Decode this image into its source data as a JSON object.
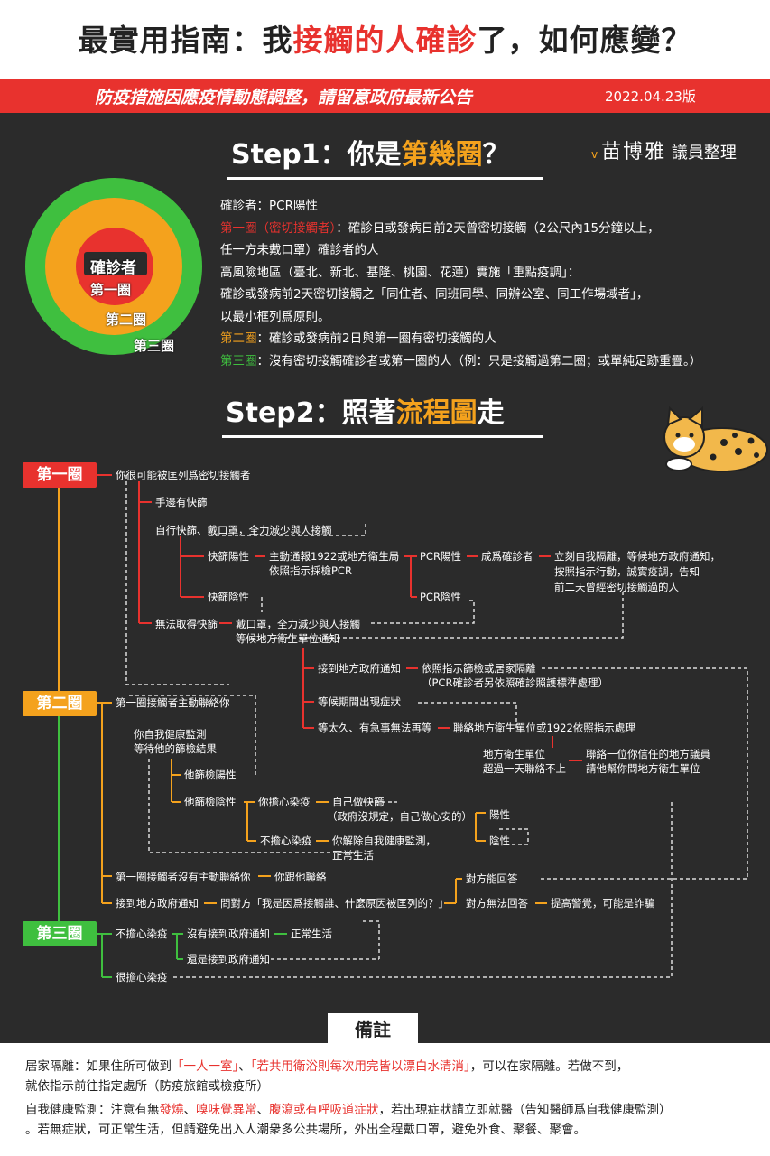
{
  "header": {
    "title_a": "最實用指南：我",
    "title_b": "接觸的人確診",
    "title_c": "了，如何應變？"
  },
  "band": {
    "text": "防疫措施因應疫情動態調整，請留意政府最新公告",
    "date": "2022.04.23版"
  },
  "step1": {
    "a": "Step1：你是",
    "b": "第幾圈",
    "c": "？"
  },
  "author": {
    "mark": "v",
    "name": "苗博雅",
    "suffix": "議員整理"
  },
  "circles": {
    "center": "確診者",
    "ring1": "第一圈",
    "ring2": "第二圈",
    "ring3": "第三圈",
    "colors": {
      "center": "#e8322e",
      "ring1": "#f4a21d",
      "ring2": "#f4a21d",
      "ring3": "#3fbf3f"
    }
  },
  "defs": {
    "l1": "確診者：PCR陽性",
    "l2a": "第一圈（密切接觸者）",
    "l2b": "：確診日或發病日前2天曾密切接觸（2公尺內15分鐘以上，",
    "l3": "任一方未戴口罩）確診者的人",
    "l4": "高風險地區（臺北、新北、基隆、桃園、花蓮）實施「重點疫調」：",
    "l5": "確診或發病前2天密切接觸之「同住者、同班同學、同辦公室、同工作場域者」，",
    "l6": "以最小框列爲原則。",
    "l7a": "第二圈",
    "l7b": "：確診或發病前2日與第一圈有密切接觸的人",
    "l8a": "第三圈",
    "l8b": "：沒有密切接觸確診者或第一圈的人（例：只是接觸過第二圈；或單純足跡重疊。）"
  },
  "step2": {
    "a": "Step2：照著",
    "b": "流程圖",
    "c": "走"
  },
  "flow": {
    "tag1": "第一圈",
    "tag2": "第二圈",
    "tag3": "第三圈",
    "n1": "你很可能被匡列爲密切接觸者",
    "n2": "手邊有快篩",
    "n3": "自行快篩、戴口罩，全力減少與人接觸",
    "n4": "快篩陽性",
    "n5a": "主動通報1922或地方衛生局",
    "n5b": "依照指示採檢PCR",
    "n6": "PCR陽性",
    "n7": "成爲確診者",
    "n8a": "立刻自我隔離，等候地方政府通知，",
    "n8b": "按照指示行動，誠實疫調，告知",
    "n8c": "前二天曾經密切接觸過的人",
    "n9": "快篩陰性",
    "n10": "PCR陰性",
    "n11": "無法取得快篩",
    "n12a": "戴口罩，全力減少與人接觸",
    "n12b": "等候地方衛生單位通知",
    "n13": "接到地方政府通知",
    "n14a": "依照指示篩檢或居家隔離",
    "n14b": "（PCR確診者另依照確診照護標準處理）",
    "n15": "等候期間出現症狀",
    "n16": "等太久、有急事無法再等",
    "n17": "聯絡地方衛生單位或1922依照指示處理",
    "n18a": "地方衛生單位",
    "n18b": "超過一天聯絡不上",
    "n19a": "聯絡一位你信任的地方議員",
    "n19b": "請他幫你問地方衛生單位",
    "m1": "第一圈接觸者主動聯絡你",
    "m2a": "你自我健康監測",
    "m2b": "等待他的篩檢結果",
    "m3": "他篩檢陽性",
    "m4": "他篩檢陰性",
    "m5": "你擔心染疫",
    "m6a": "自己做快篩",
    "m6b": "（政府沒規定，自己做心安的）",
    "m7": "陽性",
    "m8": "陰性",
    "m9": "不擔心染疫",
    "m10a": "你解除自我健康監測，",
    "m10b": "正常生活",
    "m11": "第一圈接觸者沒有主動聯絡你",
    "m12": "你跟他聯絡",
    "m13": "接到地方政府通知",
    "m14": "問對方「我是因爲接觸誰、什麼原因被匡列的？」",
    "m15": "對方能回答",
    "m16": "對方無法回答",
    "m17": "提高警覺，可能是詐騙",
    "k1": "不擔心染疫",
    "k2": "沒有接到政府通知",
    "k3": "正常生活",
    "k4": "還是接到政府通知",
    "k5": "很擔心染疫"
  },
  "notes": {
    "title": "備註",
    "p1a": "居家隔離：如果住所可做到",
    "p1b": "「一人一室」",
    "p1c": "、",
    "p1d": "「若共用衛浴則每次用完皆以漂白水清消」",
    "p1e": "，可以在家隔離。若做不到，",
    "p2": "就依指示前往指定處所（防疫旅館或檢疫所）",
    "p3a": "自我健康監測：注意有無",
    "p3b": "發燒",
    "p3c": "、",
    "p3d": "嗅味覺異常",
    "p3e": "、",
    "p3f": "腹瀉或有呼吸道症狀",
    "p3g": "，若出現症狀請立即就醫（告知醫師爲自我健康監測）",
    "p4": "。若無症狀，可正常生活，但請避免出入人潮衆多公共場所，外出全程戴口罩，避免外食、聚餐、聚會。"
  }
}
